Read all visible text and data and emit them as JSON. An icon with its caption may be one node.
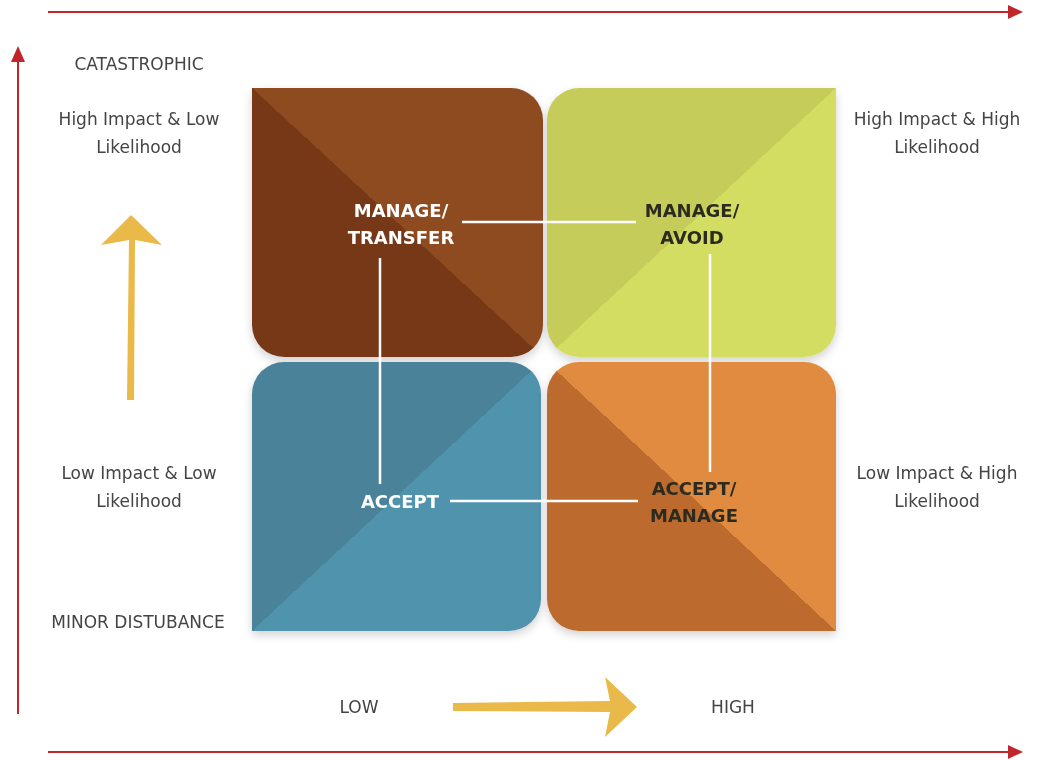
{
  "diagram": {
    "nodes": [
      {
        "text": [
          "MANAGE/ TRANSFER"
        ]
      },
      {
        "text": [
          "MANAGE/ AVOID"
        ]
      },
      {
        "text": [
          "ACCEPT"
        ]
      },
      {
        "text": [
          "ACCEPT/ MANAGE"
        ]
      }
    ],
    "edges": [
      {
        "from": 0,
        "to": 1,
        "arrow": "none"
      },
      {
        "from": 0,
        "to": 2,
        "arrow": "none"
      },
      {
        "from": 2,
        "to": 3,
        "arrow": "none"
      },
      {
        "from": 1,
        "to": 3,
        "arrow": "none"
      }
    ],
    "labels": [
      "CATASTROPHIC",
      "High Impact & Low Likelihood",
      "High Impact & High Likelihood",
      "Low Impact & Low Likelihood",
      "Low Impact & High Likelihood",
      "MINOR DISTUBANCE",
      "LOW",
      "HIGH"
    ]
  }
}
